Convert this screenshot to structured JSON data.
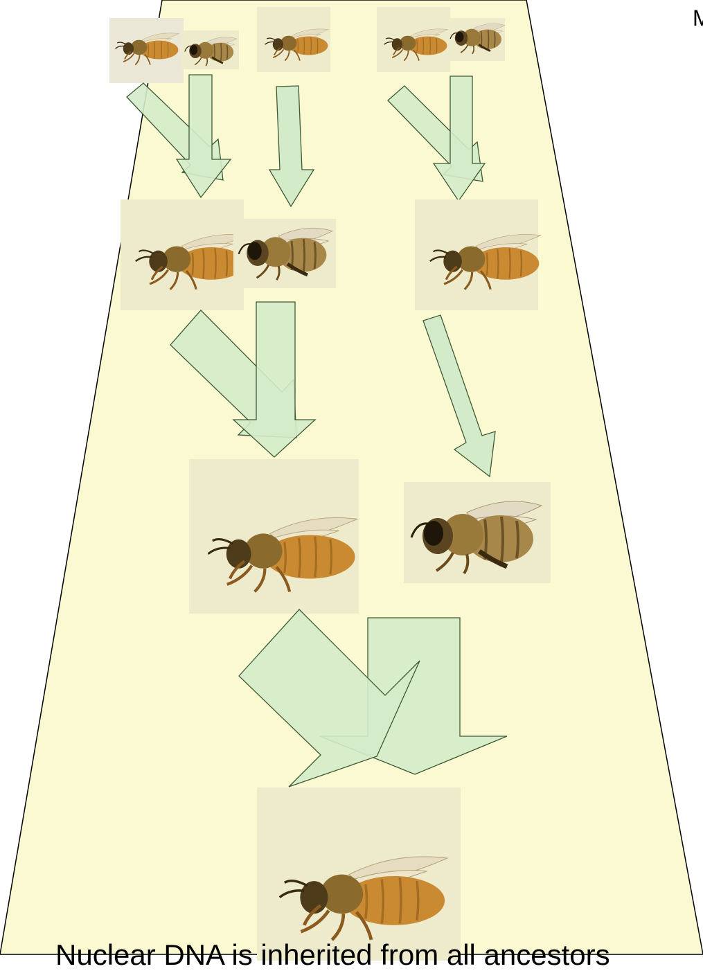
{
  "caption": "Nuclear DNA is inherited from all ancestors",
  "corner_label": "M",
  "colors": {
    "background": "#ffffff",
    "trapezoid_fill": "#fbf9d2",
    "arrow_fill": "#d4ebc9",
    "arrow_stroke": "#3c5a34",
    "tile_fill": "#eeebcc",
    "queen_abdomen": "#c98a32",
    "bee_dark": "#4d3b1a",
    "bee_body": "#8b6a2e",
    "wing": "#e6dcc0"
  },
  "bee_roles": {
    "queen": "queen-bee",
    "drone": "drone-bee"
  },
  "icons": {
    "arrow": "down-arrow-icon",
    "bee": "bee-icon"
  }
}
